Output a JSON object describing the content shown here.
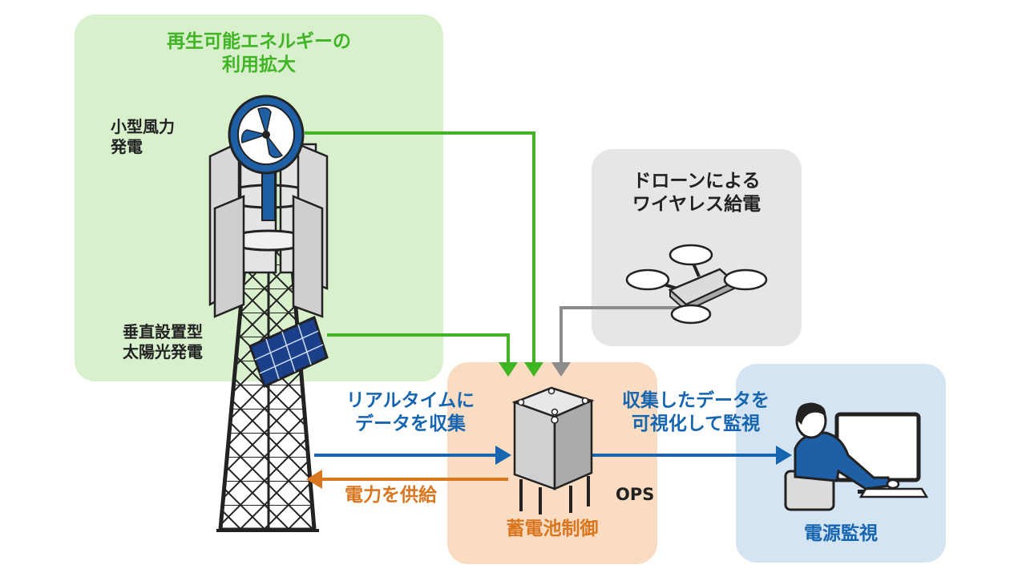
{
  "renewable": {
    "title_line1": "再生可能エネルギーの",
    "title_line2": "利用拡大",
    "wind_line1": "小型風力",
    "wind_line2": "発電",
    "solar_line1": "垂直設置型",
    "solar_line2": "太陽光発電"
  },
  "drone": {
    "title_line1": "ドローンによる",
    "title_line2": "ワイヤレス給電"
  },
  "flows": {
    "collect_line1": "リアルタイムに",
    "collect_line2": "データを収集",
    "supply": "電力を供給",
    "visualize_line1": "収集したデータを",
    "visualize_line2": "可視化して監視"
  },
  "ops": {
    "name": "OPS",
    "caption": "蓄電池制御"
  },
  "monitor": {
    "caption": "電源監視"
  },
  "colors": {
    "green": "#3fb524",
    "blue": "#1565b0",
    "orange": "#d9761e",
    "gray_arrow": "#8c8c8c",
    "panel_green": "#d9f0cd",
    "panel_gray": "#e6e6e6",
    "panel_orange": "#f9dcc2",
    "panel_blue": "#d4e4f3"
  }
}
